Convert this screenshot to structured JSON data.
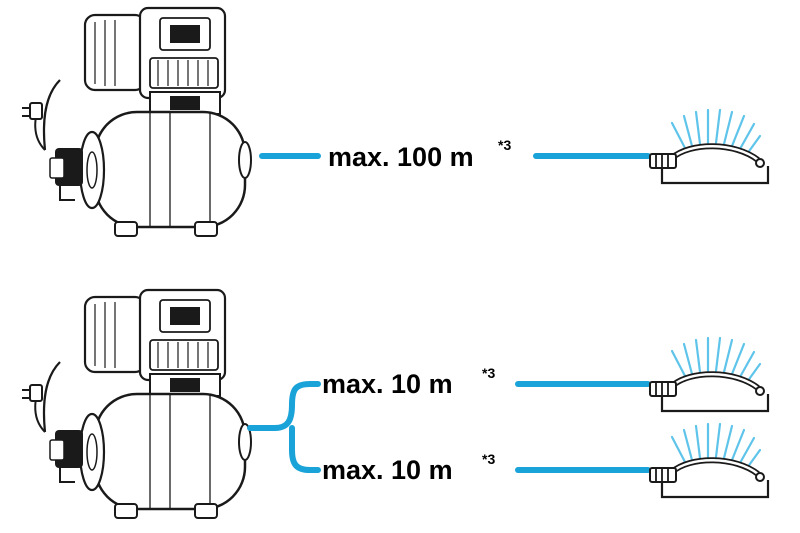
{
  "colors": {
    "hose": "#1aa3d9",
    "line": "#1a1a1a",
    "spray": "#5fc4ea"
  },
  "setups": [
    {
      "pump_icon": "garden-pump-pressure-tank-icon",
      "sprinkler_icon": "lawn-sprinkler-icon",
      "hoses": [
        {
          "label": "max. 100 m",
          "footnote": "*3"
        }
      ]
    },
    {
      "pump_icon": "garden-pump-pressure-tank-icon",
      "sprinkler_icon": "lawn-sprinkler-icon",
      "hoses": [
        {
          "label": "max. 10 m",
          "footnote": "*3"
        },
        {
          "label": "max. 10 m",
          "footnote": "*3"
        }
      ]
    }
  ]
}
